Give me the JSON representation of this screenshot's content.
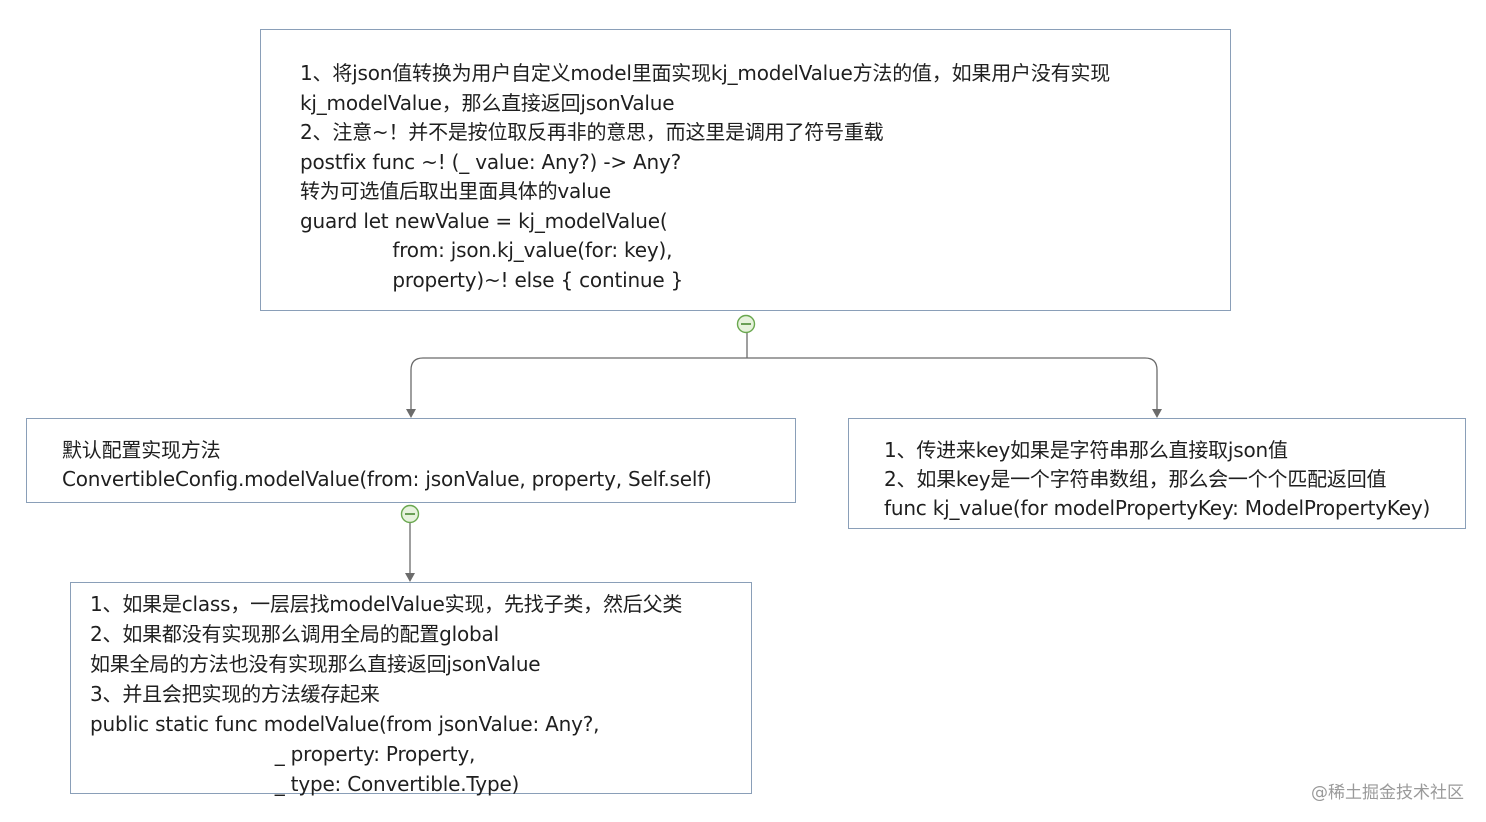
{
  "colors": {
    "border": "#8a9fb8",
    "connector": "#6b6b6b",
    "toggle_fill": "#e6f2dc",
    "toggle_stroke": "#6aa84f",
    "text": "#1f1f1f"
  },
  "nodes": {
    "top": {
      "lines": [
        "1、将json值转换为用户自定义model里面实现kj_modelValue方法的值，如果用户没有实现",
        "kj_modelValue，那么直接返回jsonValue",
        "2、注意~！并不是按位取反再非的意思，而这里是调用了符号重载",
        "postfix func ~! (_ value: Any?) -> Any?",
        "转为可选值后取出里面具体的value",
        "guard let newValue = kj_modelValue(",
        "               from: json.kj_value(for: key),",
        "               property)~! else { continue }"
      ]
    },
    "left": {
      "lines": [
        "默认配置实现方法",
        "ConvertibleConfig.modelValue(from: jsonValue, property, Self.self)"
      ]
    },
    "right": {
      "lines": [
        "1、传进来key如果是字符串那么直接取json值",
        "2、如果key是一个字符串数组，那么会一个个匹配返回值",
        "func kj_value(for modelPropertyKey: ModelPropertyKey)"
      ]
    },
    "bottom": {
      "lines": [
        "1、如果是class，一层层找modelValue实现，先找子类，然后父类",
        "2、如果都没有实现那么调用全局的配置global",
        "如果全局的方法也没有实现那么直接返回jsonValue",
        "3、并且会把实现的方法缓存起来",
        "public static func modelValue(from jsonValue: Any?,",
        "                              _ property: Property,",
        "                              _ type: Convertible.Type)"
      ]
    }
  },
  "toggles": {
    "top_icon": "collapse-minus-icon",
    "left_icon": "collapse-minus-icon"
  },
  "watermark": "@稀土掘金技术社区"
}
